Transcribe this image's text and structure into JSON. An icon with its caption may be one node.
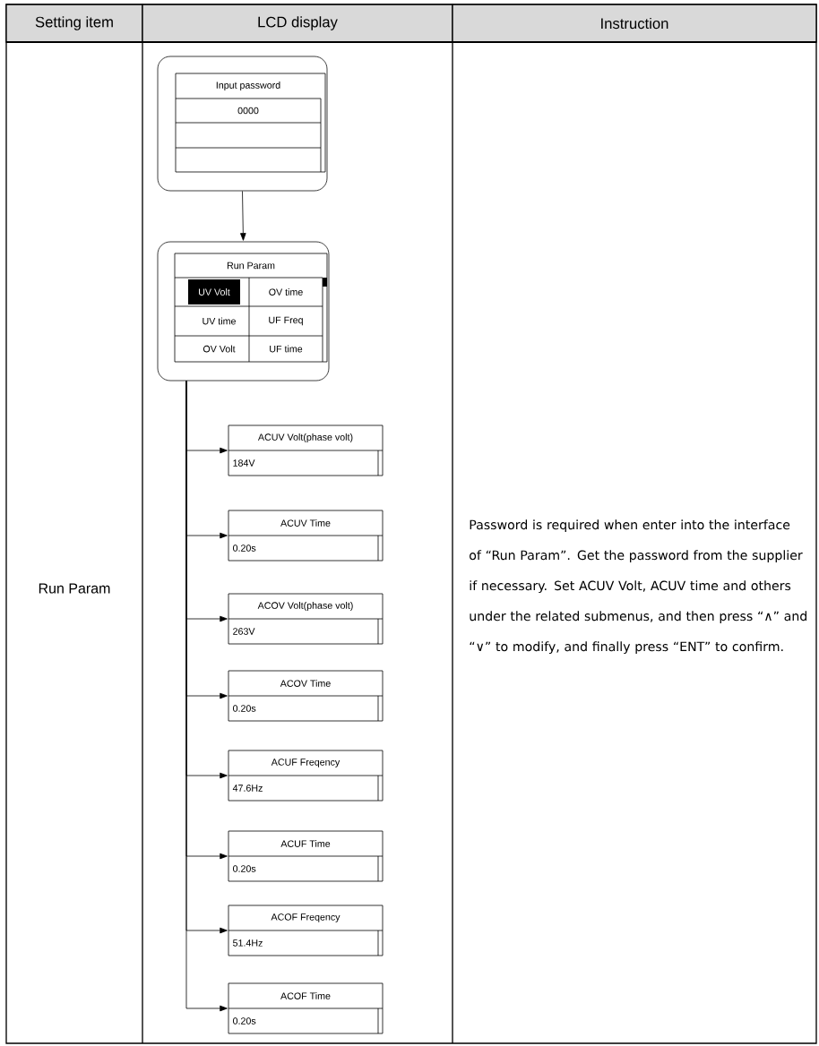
{
  "diagram": {
    "nodes": [
      {
        "text": [
          "Input password",
          "0000"
        ]
      },
      {
        "text": [
          "Run Param",
          "UV Volt",
          "OV time",
          "UV time",
          "UF Freq",
          "OV Volt",
          "UF time"
        ]
      },
      {
        "text": [
          "ACUV Volt(phase volt)",
          "184V"
        ]
      },
      {
        "text": [
          "ACUV Time",
          "0.20s"
        ]
      },
      {
        "text": [
          "ACOV Volt(phase volt)",
          "263V"
        ]
      },
      {
        "text": [
          "ACOV Time",
          "0.20s"
        ]
      },
      {
        "text": [
          "ACUF Freqency",
          "47.6Hz"
        ]
      },
      {
        "text": [
          "ACUF Time",
          "0.20s"
        ]
      },
      {
        "text": [
          "ACOF Freqency",
          "51.4Hz"
        ]
      },
      {
        "text": [
          "ACOF Time",
          "0.20s"
        ]
      }
    ],
    "edges": [
      {
        "from": 0,
        "to": 1,
        "arrow": "to"
      },
      {
        "from": 1,
        "to": 2,
        "arrow": "to"
      },
      {
        "from": 1,
        "to": 3,
        "arrow": "to"
      },
      {
        "from": 1,
        "to": 4,
        "arrow": "to"
      },
      {
        "from": 1,
        "to": 5,
        "arrow": "to"
      },
      {
        "from": 1,
        "to": 6,
        "arrow": "to"
      },
      {
        "from": 1,
        "to": 7,
        "arrow": "to"
      },
      {
        "from": 1,
        "to": 8,
        "arrow": "to"
      },
      {
        "from": 1,
        "to": 9,
        "arrow": "to"
      }
    ],
    "labels": [
      "Setting item",
      "LCD display",
      "Instruction",
      "Run Param",
      "Password is required when enter into the interface of “Run Param”. Get the password from the supplier if necessary. Set ACUV Volt, ACUV time and others under the related submenus, and then press “∧” and “∨” to modify, and finally press “ENT” to confirm."
    ]
  }
}
